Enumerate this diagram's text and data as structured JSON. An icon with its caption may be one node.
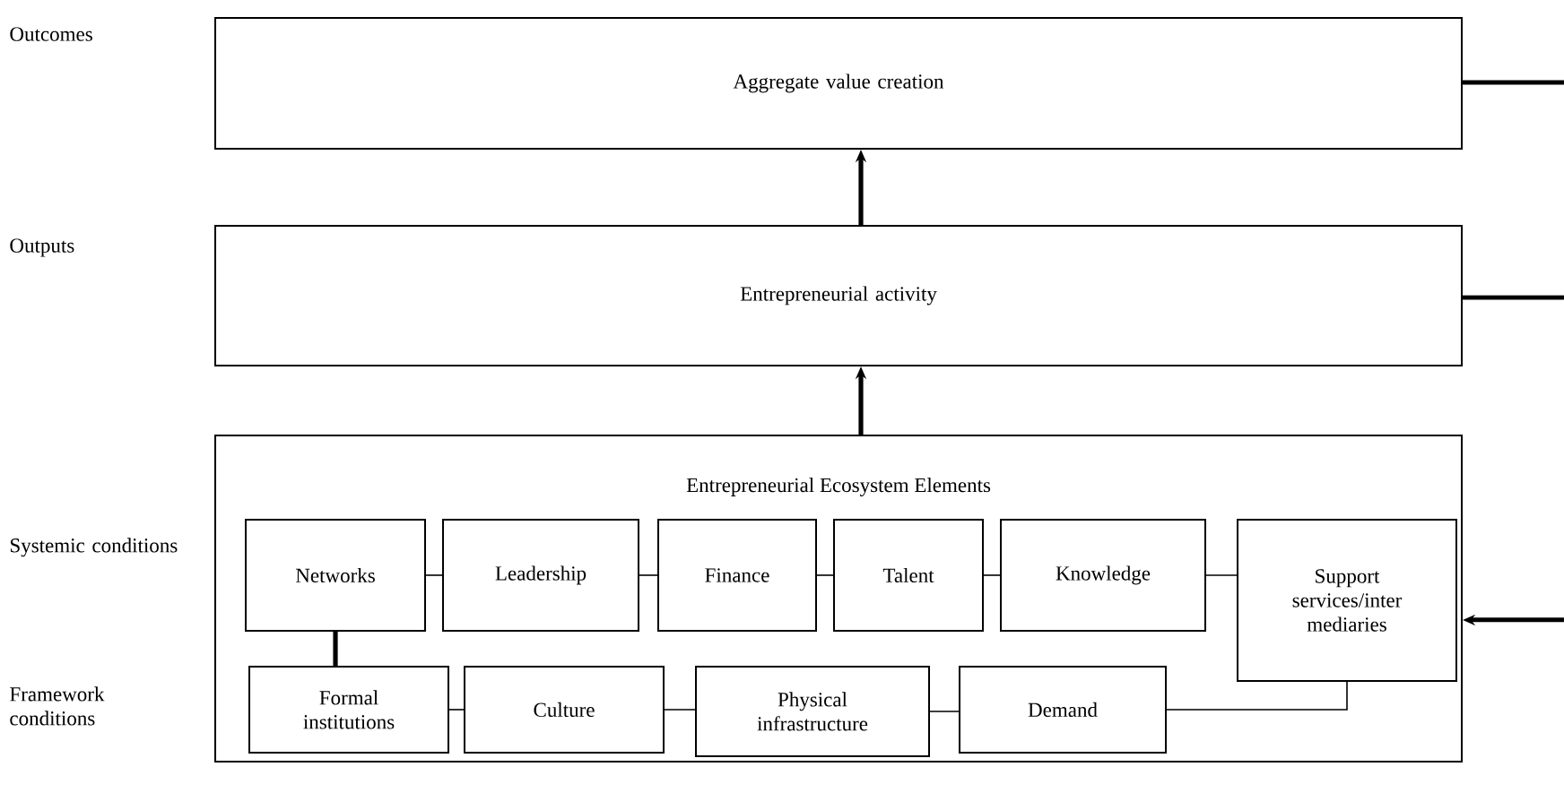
{
  "diagram": {
    "nodes": [
      {
        "text": [
          "Aggregate value creation"
        ]
      },
      {
        "text": [
          "Entrepreneurial activity"
        ]
      },
      {
        "text": [
          "Entrepreneurial Ecosystem Elements"
        ]
      },
      {
        "text": [
          "Networks"
        ],
        "in": 2
      },
      {
        "text": [
          "Leadership"
        ],
        "in": 2
      },
      {
        "text": [
          "Finance"
        ],
        "in": 2
      },
      {
        "text": [
          "Talent"
        ],
        "in": 2
      },
      {
        "text": [
          "Knowledge"
        ],
        "in": 2
      },
      {
        "text": [
          "Support services/inter mediaries"
        ],
        "in": 2
      },
      {
        "text": [
          "Formal institutions"
        ],
        "in": 2
      },
      {
        "text": [
          "Culture"
        ],
        "in": 2
      },
      {
        "text": [
          "Physical infrastructure"
        ],
        "in": 2
      },
      {
        "text": [
          "Demand"
        ],
        "in": 2
      }
    ],
    "edges": [
      {
        "from": 1,
        "to": 0,
        "arrow": "to",
        "style": "thick"
      },
      {
        "from": 2,
        "to": 1,
        "arrow": "to",
        "style": "thick"
      },
      {
        "from": 3,
        "to": 4,
        "arrow": "none"
      },
      {
        "from": 4,
        "to": 5,
        "arrow": "none"
      },
      {
        "from": 5,
        "to": 6,
        "arrow": "none"
      },
      {
        "from": 6,
        "to": 7,
        "arrow": "none"
      },
      {
        "from": 7,
        "to": 8,
        "arrow": "none"
      },
      {
        "from": 3,
        "to": 9,
        "arrow": "none",
        "style": "thick"
      },
      {
        "from": 9,
        "to": 10,
        "arrow": "none"
      },
      {
        "from": 10,
        "to": 11,
        "arrow": "none"
      },
      {
        "from": 11,
        "to": 12,
        "arrow": "none"
      },
      {
        "from": 12,
        "to": 8,
        "arrow": "none"
      },
      {
        "from": 0,
        "to": null,
        "arrow": "none",
        "style": "thick"
      },
      {
        "from": 1,
        "to": null,
        "arrow": "none",
        "style": "thick"
      },
      {
        "from": null,
        "to": 2,
        "arrow": "to",
        "style": "thick"
      }
    ],
    "labels": [
      "Outcomes",
      "Outputs",
      "Systemic conditions",
      "Framework conditions"
    ]
  }
}
